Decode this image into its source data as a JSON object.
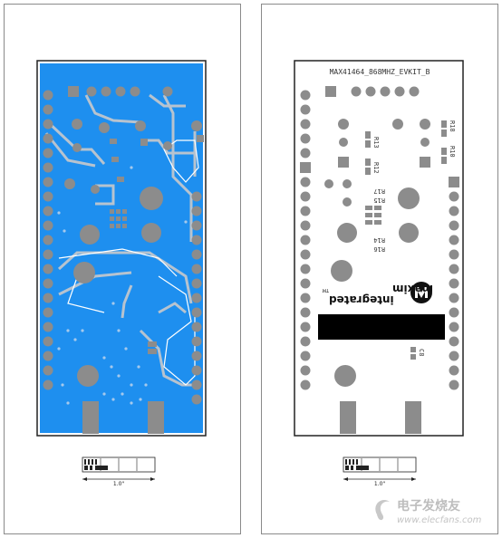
{
  "top_board": {
    "scale_label": "1.0\""
  },
  "bottom_board": {
    "board_id": "MAX41464_868MHZ_EVKIT_B",
    "labels": [
      "R18",
      "R13",
      "R10",
      "R12",
      "R17",
      "R15",
      "R14",
      "R16",
      "C8"
    ],
    "logo_line1": "maxim",
    "logo_line2": "integrated",
    "logo_tm": "TM",
    "scale_label": "1.0\""
  },
  "watermark": {
    "brand": "电子发烧友",
    "url": "www.elecfans.com"
  }
}
